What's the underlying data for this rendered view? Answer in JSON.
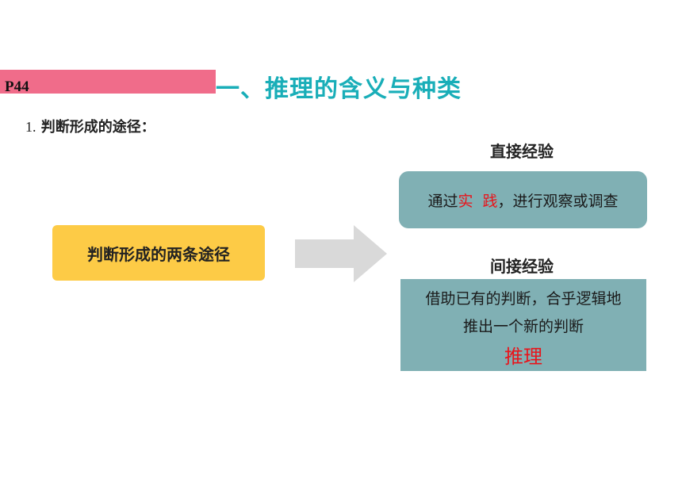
{
  "header": {
    "page_number": "P44",
    "title": "一、推理的含义与种类"
  },
  "section": {
    "number": "1.",
    "heading": "判断形成的途径："
  },
  "diagram": {
    "source_label": "判断形成的两条途径",
    "direct": {
      "label": "直接经验",
      "text_before": "通过",
      "highlight": "实  践",
      "text_after": "，进行观察或调查"
    },
    "indirect": {
      "label": "间接经验",
      "line1": "借助已有的判断，合乎逻辑地",
      "line2": "推出一个新的判断",
      "highlight": "推理"
    }
  },
  "colors": {
    "pink_bar": "#f06c8a",
    "title": "#19aeb8",
    "yellow_box": "#fdcb46",
    "teal_box": "#80b0b4",
    "highlight_red": "#e8141b",
    "arrow_gray": "#d9d9d9"
  }
}
